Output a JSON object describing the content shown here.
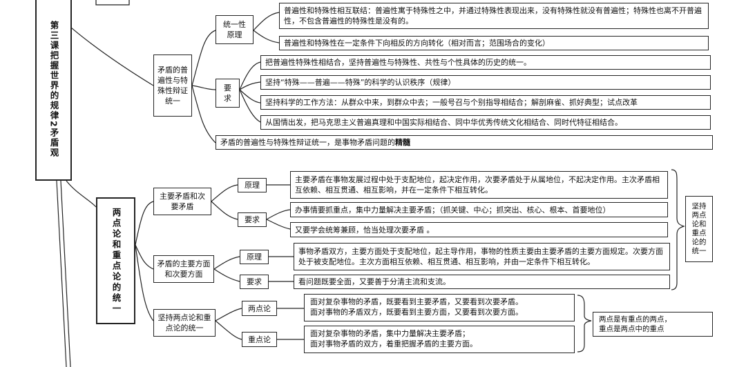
{
  "title": "第三课把握世界的规律2矛盾观",
  "section1": {
    "label": "矛盾的普遍性与特殊性辩证统一",
    "principle": {
      "label": "统一性原理",
      "items": [
        "普遍性和特殊性相互联结：普遍性寓于特殊性之中，并通过特殊性表现出来，没有特殊性就没有普遍性；特殊性也离不开普遍性，不包含普遍性的特殊性是没有的。",
        "普遍性和特殊性在一定条件下向相反的方向转化（相对而言；范围场合的变化）"
      ]
    },
    "requirement": {
      "label": "要求",
      "items": [
        "把普遍性特殊性相结合，坚持普遍性与特殊性、共性与个性具体的历史的统一。",
        "坚持“特殊——普遍——特殊”的科学的认识秩序（规律）",
        "坚持科学的工作方法：从群众中来，到群众中去；一般号召与个别指导相结合；解剖麻雀、抓好典型；试点改革",
        "从国情出发，把马克思主义普遍真理和中国实际相结合、同中华优秀传统文化相结合、同时代特征相结合。"
      ]
    },
    "summary_prefix": "矛盾的普遍性与特殊性辩证统一，是事物矛盾问题的",
    "summary_emphasis": "精髓"
  },
  "section2": {
    "label": "两点论和重点论的统一",
    "main_secondary": {
      "label": "主要矛盾和次要矛盾",
      "principle_label": "原理",
      "principle_text": "主要矛盾在事物发展过程中处于支配地位，起决定作用，次要矛盾处于从属地位，不起决定作用。主次矛盾相互依赖、相互贯通、相互影响，并在一定条件下相互转化。",
      "requirement_label": "要求",
      "requirement_items": [
        "办事情要抓重点，集中力量解决主要矛盾；（抓关键、中心；抓突出、核心、根本、首要地位）",
        "又要学会统筹兼顾，恰当处理次要矛盾 。"
      ]
    },
    "aspects": {
      "label": "矛盾的主要方面和次要方面",
      "principle_label": "原理",
      "principle_text": "事物矛盾双方，主要方面处于支配地位，起主导作用，事物的性质主要由主要矛盾的主要方面规定。次要方面处于被支配地位。主次方面相互依赖、相互贯通、相互影响，并由一定条件下相互转化。",
      "requirement_label": "要求",
      "requirement_text": "看问题既要全面，又要善于分清主流和支流。"
    },
    "unity": {
      "label": "坚持两点论和重点论的统一",
      "two_point_label": "两点论",
      "two_point_lines": [
        "面对复杂事物的矛盾，既要看到主要矛盾，又要看到次要矛盾。",
        "面对事物的矛盾双方，既要看到主要方面，又要看到次要方面。"
      ],
      "focus_label": "重点论",
      "focus_lines": [
        "面对复杂事物的矛盾，集中力量解决主要矛盾；",
        "面对事物矛盾的双方，着重把握矛盾的主要方面。"
      ]
    },
    "side_note": "坚持两点论和重点论的统一",
    "relation_lines": [
      "两点是有重点的两点，",
      "重点是两点中的重点"
    ]
  }
}
